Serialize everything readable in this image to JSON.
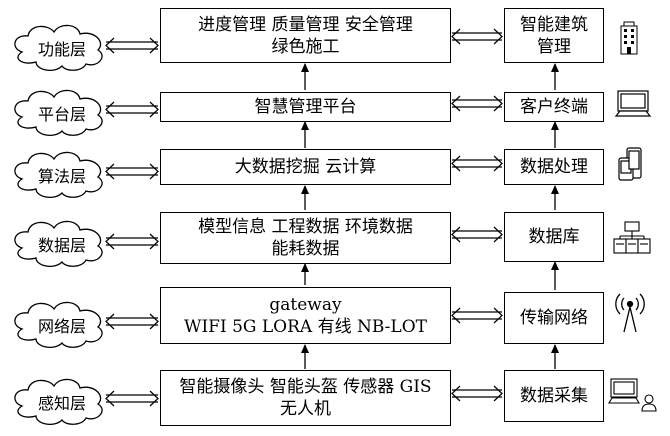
{
  "layers": [
    {
      "name": "功能层",
      "main_line1": "进度管理  质量管理  安全管理",
      "main_line2": "绿色施工",
      "side_line1": "智能建筑",
      "side_line2": "管理",
      "icon": "building-icon"
    },
    {
      "name": "平台层",
      "main_line1": "智慧管理平台",
      "main_line2": "",
      "side_line1": "客户终端",
      "side_line2": "",
      "icon": "monitor-icon"
    },
    {
      "name": "算法层",
      "main_line1": "大数据挖掘  云计算",
      "main_line2": "",
      "side_line1": "数据处理",
      "side_line2": "",
      "icon": "device-icon"
    },
    {
      "name": "数据层",
      "main_line1": "模型信息  工程数据  环境数据",
      "main_line2": "能耗数据",
      "side_line1": "数据库",
      "side_line2": "",
      "icon": "database-icon"
    },
    {
      "name": "网络层",
      "main_line1": "gateway",
      "main_line2": "WIFI  5G  LORA  有线  NB-LOT",
      "side_line1": "传输网络",
      "side_line2": "",
      "icon": "antenna-icon"
    },
    {
      "name": "感知层",
      "main_line1": "智能摄像头  智能头盔  传感器  GIS",
      "main_line2": "无人机",
      "side_line1": "数据采集",
      "side_line2": "",
      "icon": "computer-user-icon"
    }
  ]
}
